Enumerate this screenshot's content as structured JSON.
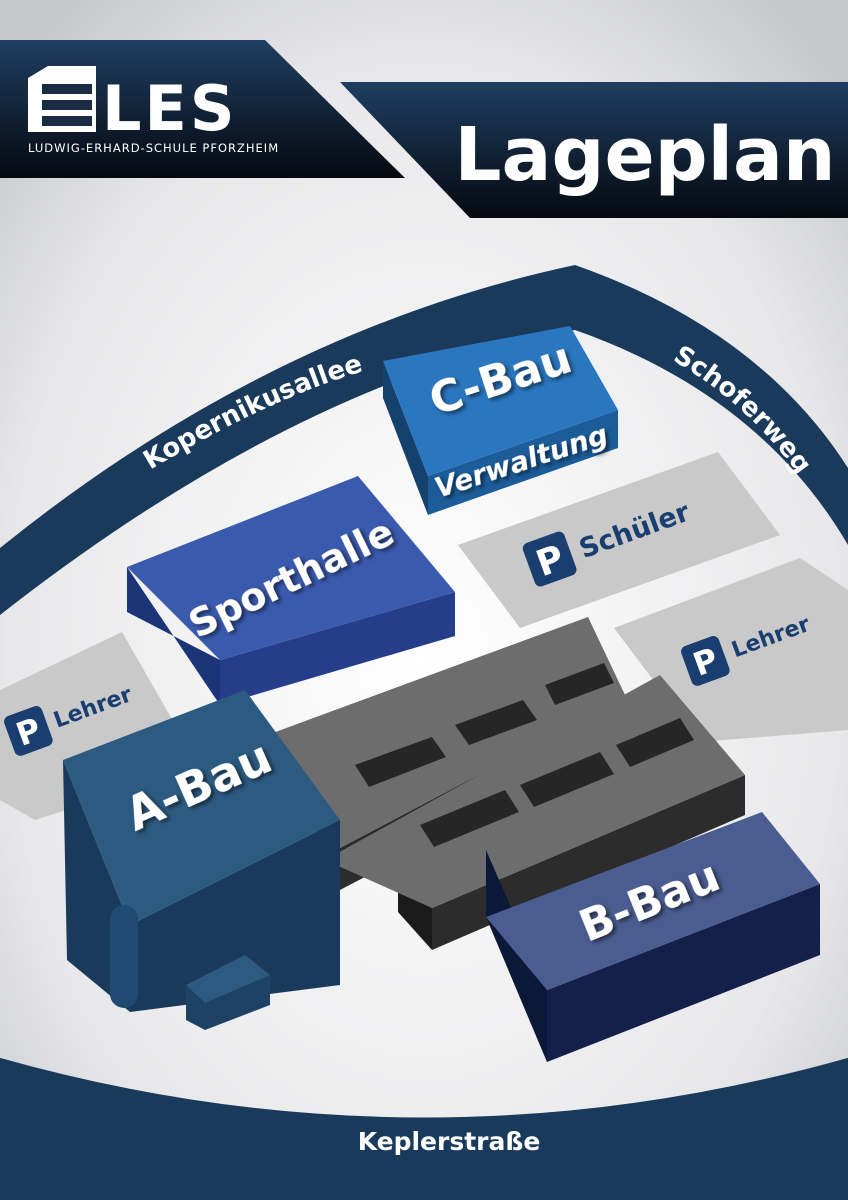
{
  "header": {
    "logo_text": "LES",
    "school_name": "LUDWIG-ERHARD-SCHULE PFORZHEIM",
    "title": "Lageplan"
  },
  "streets": {
    "north": "Kopernikusallee",
    "east": "Schoferweg",
    "south": "Keplerstraße"
  },
  "buildings": {
    "c_bau": {
      "name": "C-Bau",
      "subtitle": "Verwaltung"
    },
    "sporthalle": {
      "name": "Sporthalle"
    },
    "a_bau": {
      "name": "A-Bau"
    },
    "b_bau": {
      "name": "B-Bau"
    }
  },
  "parking": {
    "schueler": {
      "symbol": "P",
      "label": "Schüler"
    },
    "lehrer_east": {
      "symbol": "P",
      "label": "Lehrer"
    },
    "lehrer_west": {
      "symbol": "P",
      "label": "Lehrer"
    }
  },
  "colors": {
    "navy_dark": "#0b1622",
    "road_blue": "#1a3a5c",
    "c_bau": "#2a77c0",
    "sporthalle": "#3a5aae",
    "a_bau": "#2c5a80",
    "b_bau": "#4a5c90",
    "parking_lot": "#c9c9c9",
    "covered_area": "#6d6d6d",
    "parking_sign": "#1a3e70"
  },
  "icons": [
    "les-logo-icon",
    "parking-icon"
  ]
}
